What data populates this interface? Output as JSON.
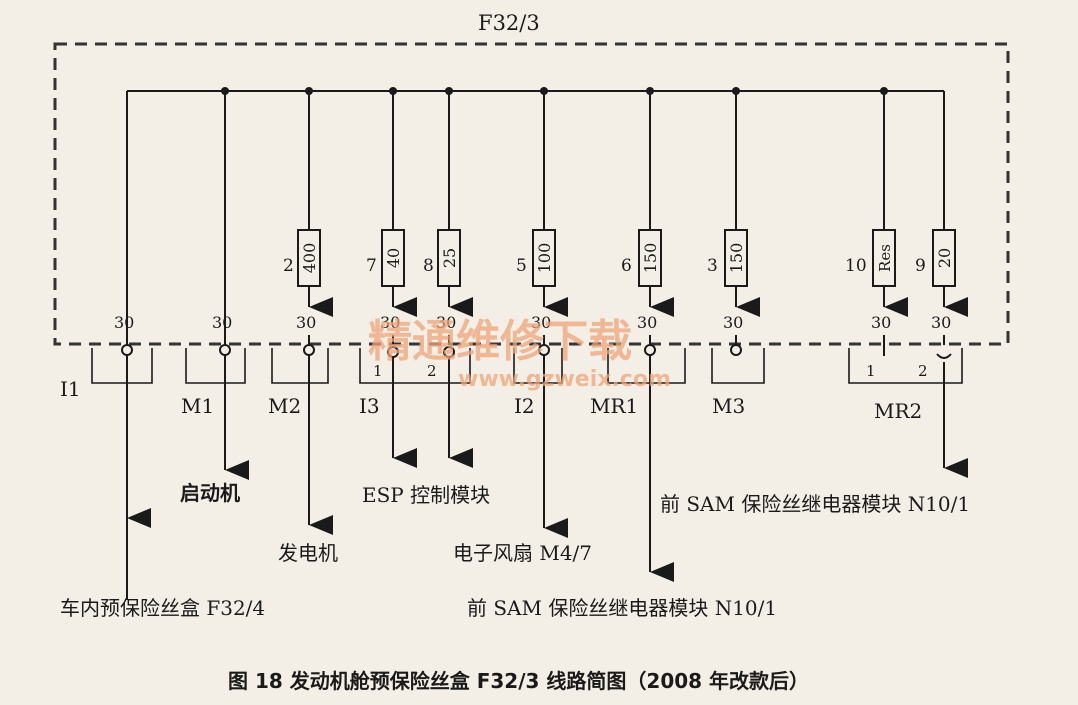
{
  "box_label": "F32/3",
  "fuses": [
    {
      "num": "2",
      "rating": "400"
    },
    {
      "num": "7",
      "rating": "40"
    },
    {
      "num": "8",
      "rating": "25"
    },
    {
      "num": "5",
      "rating": "100"
    },
    {
      "num": "6",
      "rating": "150"
    },
    {
      "num": "3",
      "rating": "150"
    },
    {
      "num": "10",
      "rating": "Res"
    },
    {
      "num": "9",
      "rating": "20"
    }
  ],
  "terminal_label": "30",
  "connectors": {
    "i1": "I1",
    "m1": "M1",
    "m2": "M2",
    "i3": "I3",
    "i2": "I2",
    "mr1": "MR1",
    "m3": "M3",
    "mr2": "MR2",
    "i3_pin1": "1",
    "i3_pin2": "2",
    "mr2_pin1": "1",
    "mr2_pin2": "2"
  },
  "destinations": {
    "starter": "启动机",
    "esp": "ESP 控制模块",
    "sam_upper": "前 SAM 保险丝继电器模块 N10/1",
    "alternator": "发电机",
    "fan": "电子风扇 M4/7",
    "sam_lower": "前 SAM 保险丝继电器模块 N10/1",
    "interior_fuse_box": "车内预保险丝盒 F32/4"
  },
  "caption": "图 18   发动机舱预保险丝盒 F32/3 线路简图（2008 年改款后）",
  "watermark": {
    "main": "精通维修下载",
    "url": "www.gzweix.com"
  }
}
